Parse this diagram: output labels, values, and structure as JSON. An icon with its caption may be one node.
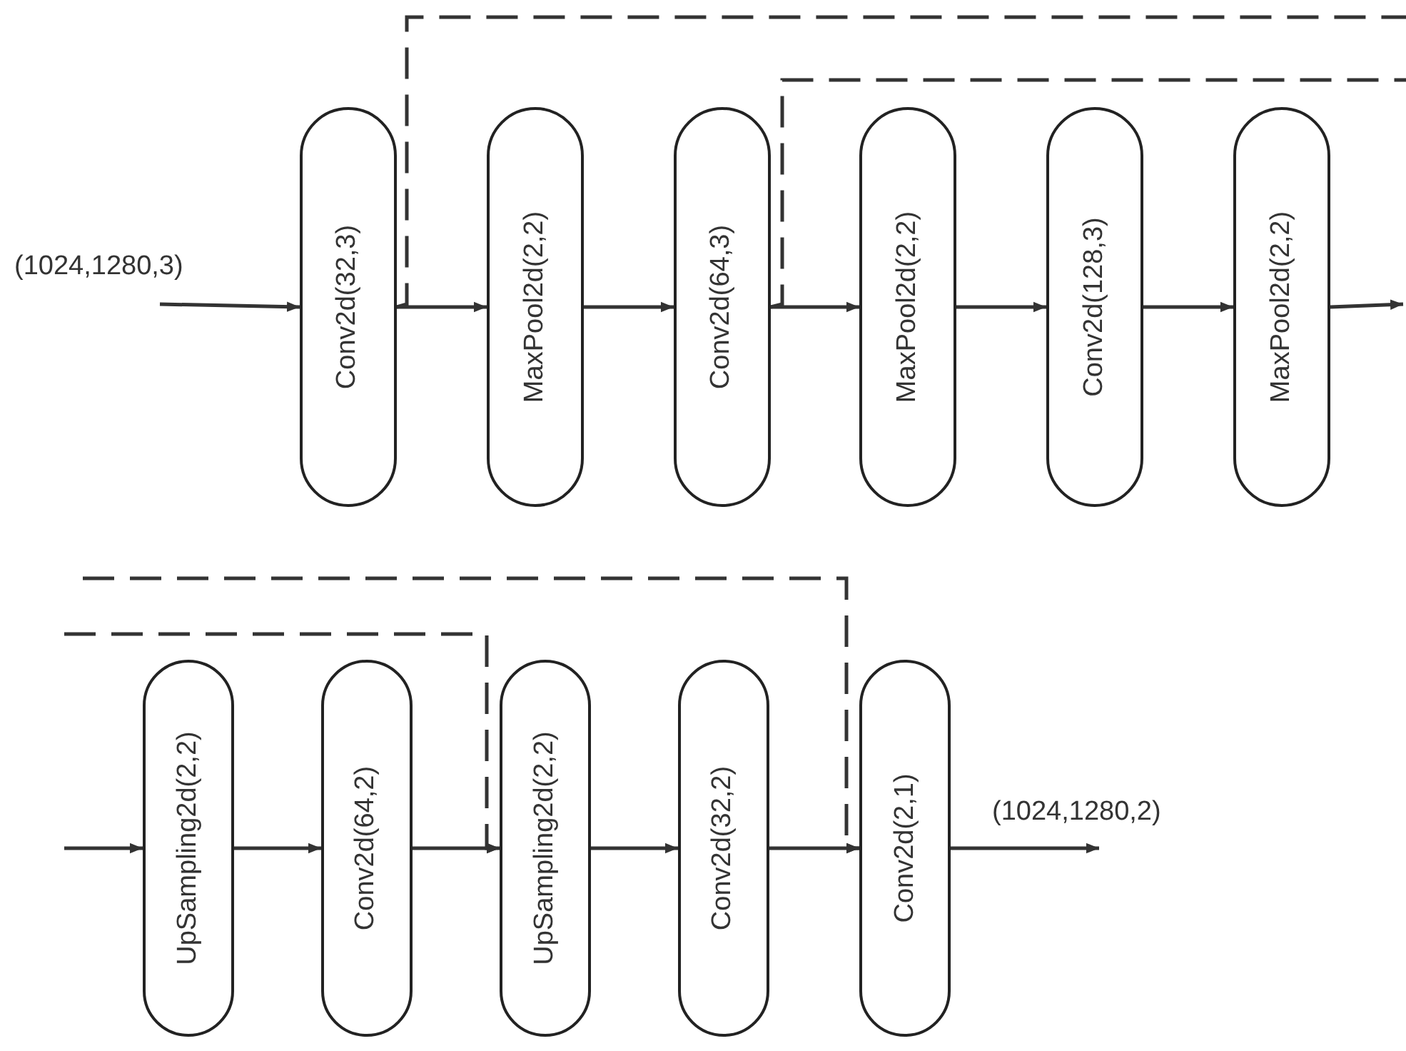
{
  "diagram": {
    "nodes": [
      {
        "text": [
          "Conv2d(32,3)"
        ]
      },
      {
        "text": [
          "MaxPool2d(2,2)"
        ]
      },
      {
        "text": [
          "Conv2d(64,3)"
        ]
      },
      {
        "text": [
          "MaxPool2d(2,2)"
        ]
      },
      {
        "text": [
          "Conv2d(128,3)"
        ]
      },
      {
        "text": [
          "MaxPool2d(2,2)"
        ]
      },
      {
        "text": [
          "UpSampling2d(2,2)"
        ]
      },
      {
        "text": [
          "Conv2d(64,2)"
        ]
      },
      {
        "text": [
          "UpSampling2d(2,2)"
        ]
      },
      {
        "text": [
          "Conv2d(32,2)"
        ]
      },
      {
        "text": [
          "Conv2d(2,1)"
        ]
      }
    ],
    "edges": [
      {
        "from": null,
        "to": 0,
        "arrow": "to",
        "label": "(1024,1280,3)"
      },
      {
        "from": 0,
        "to": 1,
        "arrow": "to"
      },
      {
        "from": 1,
        "to": 2,
        "arrow": "to"
      },
      {
        "from": 2,
        "to": 3,
        "arrow": "to"
      },
      {
        "from": 3,
        "to": 4,
        "arrow": "to"
      },
      {
        "from": 4,
        "to": 5,
        "arrow": "to"
      },
      {
        "from": 5,
        "to": null,
        "arrow": "to"
      },
      {
        "from": null,
        "to": 6,
        "arrow": "to"
      },
      {
        "from": 6,
        "to": 7,
        "arrow": "to"
      },
      {
        "from": 7,
        "to": 8,
        "arrow": "to"
      },
      {
        "from": 8,
        "to": 9,
        "arrow": "to"
      },
      {
        "from": 9,
        "to": 10,
        "arrow": "to"
      },
      {
        "from": 10,
        "to": null,
        "arrow": "to",
        "label": "(1024,1280,2)"
      },
      {
        "from": 0,
        "to": null,
        "arrow": "none",
        "style": "dashed"
      },
      {
        "from": 2,
        "to": null,
        "arrow": "none",
        "style": "dashed"
      },
      {
        "from": null,
        "to": 8,
        "arrow": "to",
        "style": "dashed"
      },
      {
        "from": null,
        "to": 10,
        "arrow": "to",
        "style": "dashed"
      }
    ]
  }
}
